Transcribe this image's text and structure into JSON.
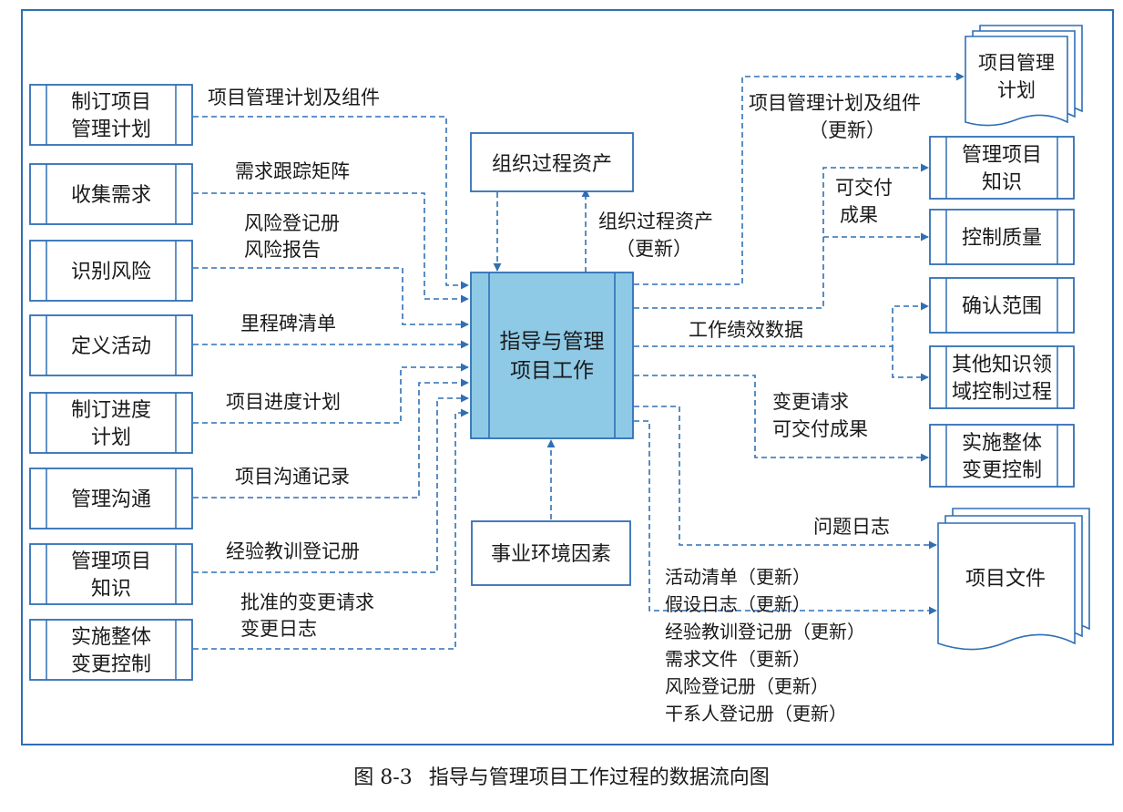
{
  "caption": {
    "figure_number": "图 8-3",
    "title": "指导与管理项目工作过程的数据流向图"
  },
  "center_process": {
    "lines": [
      "指导与管理",
      "项目工作"
    ]
  },
  "top_input": {
    "label": "组织过程资产"
  },
  "bottom_input": {
    "label": "事业环境因素"
  },
  "top_output_label": {
    "lines": [
      "组织过程资产",
      "（更新）"
    ]
  },
  "input_processes": [
    {
      "lines": [
        "制订项目",
        "管理计划"
      ],
      "flow": [
        "项目管理计划及组件"
      ]
    },
    {
      "lines": [
        "收集需求"
      ],
      "flow": [
        "需求跟踪矩阵"
      ]
    },
    {
      "lines": [
        "识别风险"
      ],
      "flow": [
        "风险登记册",
        "风险报告"
      ]
    },
    {
      "lines": [
        "定义活动"
      ],
      "flow": [
        "里程碑清单"
      ]
    },
    {
      "lines": [
        "制订进度",
        "计划"
      ],
      "flow": [
        "项目进度计划"
      ]
    },
    {
      "lines": [
        "管理沟通"
      ],
      "flow": [
        "项目沟通记录"
      ]
    },
    {
      "lines": [
        "管理项目",
        "知识"
      ],
      "flow": [
        "经验教训登记册"
      ]
    },
    {
      "lines": [
        "实施整体",
        "变更控制"
      ],
      "flow": [
        "批准的变更请求",
        "变更日志"
      ]
    }
  ],
  "output_documents": [
    {
      "lines": [
        "项目管理",
        "计划"
      ]
    },
    {
      "lines": [
        "项目文件"
      ]
    }
  ],
  "output_processes": [
    {
      "lines": [
        "管理项目",
        "知识"
      ]
    },
    {
      "lines": [
        "控制质量"
      ]
    },
    {
      "lines": [
        "确认范围"
      ]
    },
    {
      "lines": [
        "其他知识领",
        "域控制过程"
      ]
    },
    {
      "lines": [
        "实施整体",
        "变更控制"
      ]
    }
  ],
  "output_flows": {
    "plan_update": [
      "项目管理计划及组件",
      "（更新）"
    ],
    "deliverables": [
      "可交付",
      "成果"
    ],
    "performance_data": [
      "工作绩效数据"
    ],
    "change_requests": [
      "变更请求",
      "可交付成果"
    ],
    "issue_log": [
      "问题日志"
    ],
    "document_updates": [
      "活动清单（更新）",
      "假设日志（更新）",
      "经验教训登记册（更新）",
      "需求文件（更新）",
      "风险登记册（更新）",
      "干系人登记册（更新）"
    ]
  },
  "colors": {
    "frame": "#2f6fb5",
    "box_border": "#2f6fb5",
    "center_fill": "#8ecae6",
    "arrow": "#2f6fb5",
    "text": "#1a1a1a"
  }
}
